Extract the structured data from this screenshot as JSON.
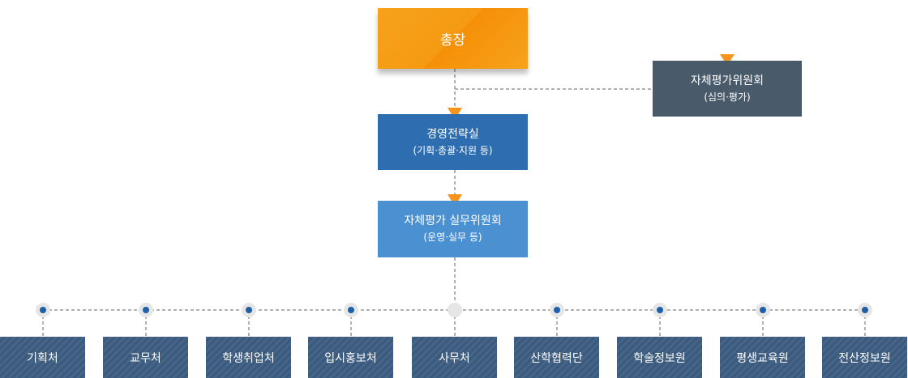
{
  "president": "총장",
  "self_eval_committee": {
    "title": "자체평가위원회",
    "subtitle": "(심의·평가)"
  },
  "strategy_office": {
    "title": "경영전략실",
    "subtitle": "(기획·총괄·지원 등)"
  },
  "work_committee": {
    "title": "자체평가 실무위원회",
    "subtitle": "(운영·실무 등)"
  },
  "departments": [
    "기획처",
    "교무처",
    "학생취업처",
    "입시홍보처",
    "사무처",
    "산학협력단",
    "학술정보원",
    "평생교육원",
    "전산정보원"
  ],
  "colors": {
    "president": "#f59a12",
    "strategy": "#2e6eb0",
    "work_committee": "#4b91d2",
    "eval_committee": "#495a6b",
    "department": "#3a5a7d",
    "arrow": "#f7941d",
    "dot": "#1f5fa8",
    "connector": "#999999"
  }
}
